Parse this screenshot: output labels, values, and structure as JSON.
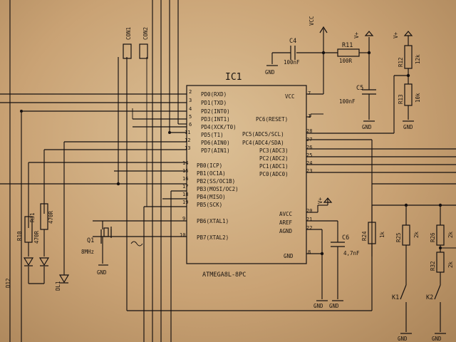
{
  "ic": {
    "ref": "IC1",
    "part": "ATMEGA8L-8PC",
    "left_pins": [
      {
        "num": "2",
        "name": "PD0(RXD)"
      },
      {
        "num": "3",
        "name": "PD1(TXD)"
      },
      {
        "num": "4",
        "name": "PD2(INT0)"
      },
      {
        "num": "5",
        "name": "PD3(INT1)"
      },
      {
        "num": "6",
        "name": "PD4(XCK/T0)"
      },
      {
        "num": "11",
        "name": "PD5(T1)"
      },
      {
        "num": "12",
        "name": "PD6(AIN0)"
      },
      {
        "num": "13",
        "name": "PD7(AIN1)"
      },
      {
        "num": "14",
        "name": "PB0(ICP)"
      },
      {
        "num": "15",
        "name": "PB1(OC1A)"
      },
      {
        "num": "16",
        "name": "PB2(SS/OC1B)"
      },
      {
        "num": "17",
        "name": "PB3(MOSI/OC2)"
      },
      {
        "num": "18",
        "name": "PB4(MISO)"
      },
      {
        "num": "19",
        "name": "PB5(SCK)"
      },
      {
        "num": "9",
        "name": "PB6(XTAL1)"
      },
      {
        "num": "10",
        "name": "PB7(XTAL2)"
      }
    ],
    "right_pins": [
      {
        "num": "7",
        "name": "VCC"
      },
      {
        "num": "1",
        "name": "PC6(RESET)"
      },
      {
        "num": "28",
        "name": "PC5(ADC5/SCL)"
      },
      {
        "num": "27",
        "name": "PC4(ADC4/SDA)"
      },
      {
        "num": "26",
        "name": "PC3(ADC3)"
      },
      {
        "num": "25",
        "name": "PC2(ADC2)"
      },
      {
        "num": "24",
        "name": "PC1(ADC1)"
      },
      {
        "num": "23",
        "name": "PC0(ADC0)"
      },
      {
        "num": "20",
        "name": "AVCC"
      },
      {
        "num": "21",
        "name": "AREF"
      },
      {
        "num": "22",
        "name": "AGND"
      },
      {
        "num": "8",
        "name": "GND"
      }
    ]
  },
  "connectors": {
    "con1": "CON1",
    "con2": "CON2"
  },
  "passives": {
    "c4_ref": "C4",
    "c4_val": "100nF",
    "r11_ref": "R11",
    "r11_val": "100R",
    "c5_ref": "C5",
    "c5_val": "100nF",
    "r12_ref": "R12",
    "r12_val": "12k",
    "r13_ref": "R13",
    "r13_val": "10k",
    "r31_ref": "R31",
    "r31_val": "470R",
    "r10_ref": "R10",
    "r10_val": "470R",
    "r24_ref": "R24",
    "r24_val": "1k",
    "r25_ref": "R25",
    "r25_val": "2k",
    "r26_ref": "R26",
    "r26_val": "2k",
    "r32_ref": "R32",
    "r32_val": "2k",
    "c6_ref": "C6",
    "c6_val": "4,7nF",
    "q1_ref": "Q1",
    "q1_val": "8MHz",
    "d12": "D12",
    "dl1": "DL1",
    "k1": "K1",
    "k2": "K2"
  },
  "power": {
    "vcc": "VCC",
    "vplus": "V+",
    "gnd": "GND"
  },
  "colors": {
    "paper": "#c9a57a",
    "ink": "#151010"
  }
}
